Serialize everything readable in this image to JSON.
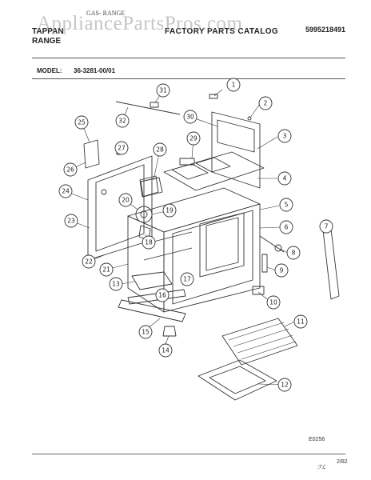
{
  "header": {
    "doc_type": "GAS- RANGE",
    "brand_line": "TAPPAN",
    "range_word": "RANGE",
    "catalog_title": "FACTORY PARTS CATALOG",
    "part_number": "5995218491",
    "watermark": "AppliancePartsPros.com"
  },
  "model": {
    "label": "MODEL:",
    "value": "36-3281-00/01"
  },
  "diagram": {
    "callouts": [
      "1",
      "2",
      "3",
      "4",
      "5",
      "6",
      "7",
      "8",
      "9",
      "10",
      "11",
      "12",
      "13",
      "14",
      "15",
      "16",
      "17",
      "18",
      "19",
      "20",
      "21",
      "22",
      "23",
      "24",
      "25",
      "26",
      "27",
      "28",
      "29",
      "30",
      "31",
      "32"
    ]
  },
  "footer": {
    "drawing_code": "E0256",
    "date_code": "2/82",
    "initials": "ℱℒ"
  }
}
